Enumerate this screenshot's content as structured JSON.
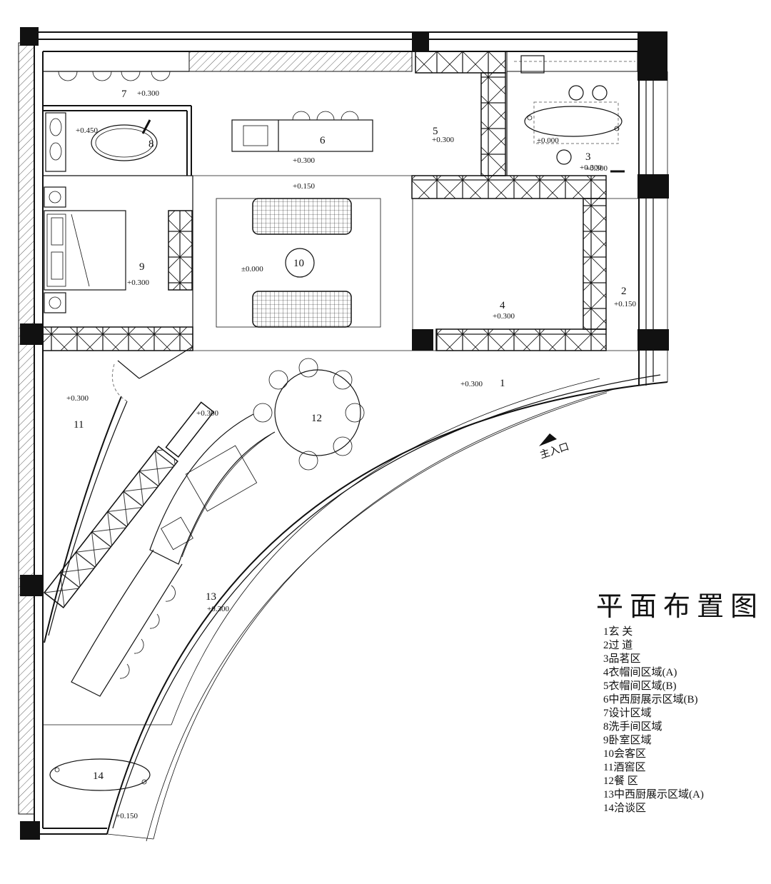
{
  "title": "平面布置图",
  "entrance_label": "主入口",
  "zone_numbers": [
    "1",
    "2",
    "3",
    "4",
    "5",
    "6",
    "7",
    "8",
    "9",
    "10",
    "11",
    "12",
    "13",
    "14"
  ],
  "levels": [
    "+0.300",
    "+0.150",
    "+0.300",
    "+0.300",
    "+0.300",
    "+0.300",
    "+0.300",
    "+0.450",
    "+0.300",
    "±0.000",
    "+0.150",
    "+0.300",
    "+0.300",
    "+0.300",
    "+0.300",
    "±0.000",
    "+0.150"
  ],
  "legend": [
    "1玄 关",
    "2过 道",
    "3品茗区",
    "4衣帽间区域(A)",
    "5衣帽间区域(B)",
    "6中西厨展示区域(B)",
    "7设计区域",
    "8洗手间区域",
    "9卧室区域",
    "10会客区",
    "11酒窖区",
    "12餐 区",
    "13中西厨展示区域(A)",
    "14洽谈区"
  ]
}
